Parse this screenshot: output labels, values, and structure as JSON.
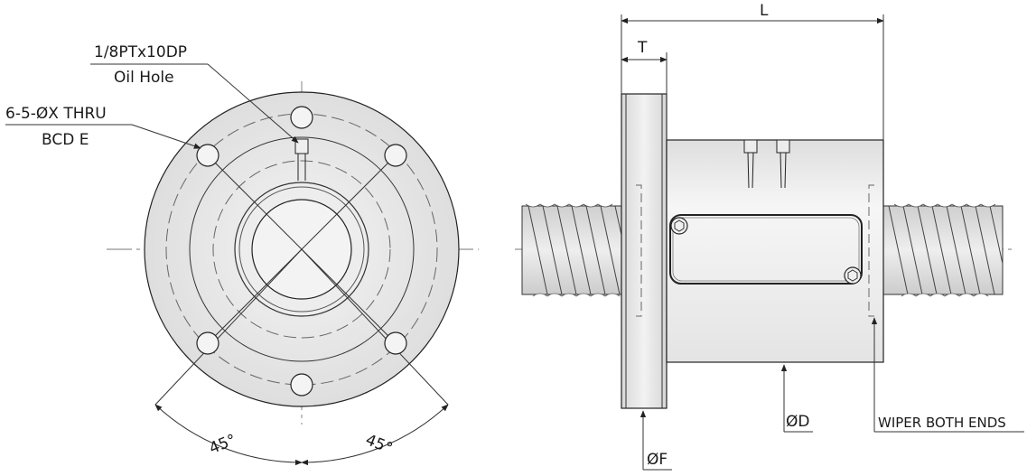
{
  "labels": {
    "oil_hole_spec": "1/8PTx10DP",
    "oil_hole": "Oil Hole",
    "bolt_holes": "6-5-ØX THRU",
    "bcd": "BCD E",
    "angle_left": "45°",
    "angle_right": "45°",
    "dim_L": "L",
    "dim_T": "T",
    "dim_D": "ØD",
    "dim_F": "ØF",
    "wiper": "WIPER BOTH ENDS"
  },
  "colors": {
    "stroke": "#222222",
    "body_fill": "#ececec",
    "flange_fill": "#e2e2e2",
    "screw_fill": "#d9d9d9"
  }
}
